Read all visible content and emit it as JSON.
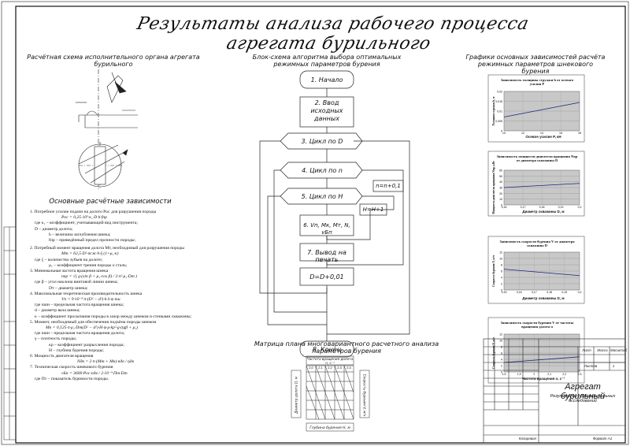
{
  "title": "Результаты анализа рабочего процесса агрегата бурильного",
  "sections": {
    "scheme": "Расчётная схема исполнительного органа агрегата бурильного",
    "flowchart": "Блок-схема алгоритма выбора оптимальных режимных параметров бурения",
    "graphs": "Графики основных зависимостей расчёта режимных параметров шнекового бурения",
    "formulas": "Основные расчётные зависимости",
    "matrix": "Матрица плана многовариантного расчетного анализа параметров бурения"
  },
  "flowchart": {
    "start": "1. Начало",
    "input": [
      "2. Ввод",
      "исходных",
      "данных"
    ],
    "loop_d": "3. Цикл по D",
    "loop_n": "4. Цикл по n",
    "loop_h": "5. Цикл по H",
    "calc": "6. Vп, Mк, Mт, N, vБп",
    "output": "7. Вывод на печать",
    "step_n": "n=n+0,1",
    "step_h": "H=H+1",
    "step_d": "D=D+0,01",
    "end": "8. Конец"
  },
  "formulas": [
    "1. Потребное усилие подачи на долото Pос для разрушения породы",
    "где κ₁ – коэффициент, учитывающий вид инструмента;",
    "D – диаметр долота;",
    "h – величина заглубления шнека;",
    "fпр – приведённый предел прочности породы;",
    "2. Потребный момент вращения долота Mт, необходимый для разрушения породы",
    "где ξ – количество зубьев на долоте;",
    "μ₁ – коэффициент трения породы о сталь;",
    "3. Минимальная частота вращения шнека",
    "где β – угол наклона винтовой линии шнека;",
    "Dт – диаметр шнека;",
    "4. Максимальная теоретическая производительность шнека",
    "где nшн – предельная частота вращения шнека;",
    "d – диаметр вала шнека;",
    "κ – коэффициент просыпания породы в зазор между шнеком и стенками скважины;",
    "5. Момент, необходимый для обеспечения подъёма породы шнеком",
    "где nшн – предельная частота вращения долота;",
    "γ – плотность породы;",
    "κp – коэффициент разрыхления породы;",
    "H – глубина бурения породы;",
    "6. Мощность двигателя вращения",
    "7. Техническая скорость шнекового бурения",
    "где Пт – показатель буримости породы."
  ],
  "equations": {
    "e1": "Pос = 0,25·10³·κ₁·D·h·fпр",
    "e2": "Mт = 62,5·D²·σсж·h·ξ·(1+μ₁·κ)",
    "e3": "nкр = √( g·(sin β + μ₁·cos β) / 2·π²·μ₁·Dт )",
    "e4": "Vп = 9·10⁻³·π·(D² − d²)·k·S·ψ·nш",
    "e5": "Mк = 0,125·π·μ₁·Dт(D² − d²)·H·ψ·ρ·kр²·g·(tgβ + μ₁)",
    "e6": "Nдв = 2·π·(Mт + Mк)·nдв / ηдв",
    "e7": "vБп = 3600·Pос·nдв / 2·10⁻³·Пт·Dт"
  },
  "graphs": [
    {
      "title": "Зависимость толщины стружки h от осевого усилия P",
      "xlabel": "Осевое усилие P, кН",
      "ylabel": "Толщина стружки h, м",
      "xticks": [
        "10",
        "12",
        "14",
        "16",
        "18"
      ],
      "yticks": [
        "0,02",
        "0,015",
        "0,01",
        "0,005",
        "0"
      ],
      "line": [
        [
          0,
          0.35
        ],
        [
          1,
          0.72
        ]
      ]
    },
    {
      "title": "Зависимость мощности двигателя вращения Nвр от диаметра скважины D",
      "xlabel": "Диаметр скважины D, м",
      "ylabel": "Мощность двигателя вращения Nвр, кВт",
      "xticks": [
        "0,16",
        "0,17",
        "0,18",
        "0,19",
        "0,2"
      ],
      "yticks": [
        "60",
        "50",
        "40",
        "30",
        "20",
        "10",
        "0"
      ],
      "line": [
        [
          0,
          0.5
        ],
        [
          1,
          0.62
        ]
      ]
    },
    {
      "title": "Зависимость скорости бурения V от диаметра скважины D",
      "xlabel": "Диаметр скважины D, м",
      "ylabel": "Скорость бурения V, м/ч",
      "xticks": [
        "0,15",
        "0,16",
        "0,17",
        "0,18",
        "0,19",
        "0,2"
      ],
      "yticks": [
        "12",
        "10",
        "8",
        "6",
        "4",
        "2",
        "0"
      ],
      "line": [
        [
          0,
          0.55
        ],
        [
          1,
          0.38
        ]
      ]
    },
    {
      "title": "Зависимость скорости бурения V от частоты вращения долота n",
      "xlabel": "Частота вращения n, с⁻¹",
      "ylabel": "Скорость бурения V, м/ч",
      "xticks": [
        "1,5",
        "1,9",
        "2",
        "2,1",
        "2,2",
        "2,3"
      ],
      "yticks": [
        "12",
        "10",
        "8",
        "6",
        "4",
        "2",
        "0"
      ],
      "line": [
        [
          0,
          0.25
        ],
        [
          1,
          0.4
        ]
      ]
    }
  ],
  "matrix": {
    "top": "Частота вращения долота n, с⁻¹",
    "top_values": [
      "2,0",
      "2,1",
      "2,2",
      "2,3",
      "2,4"
    ],
    "left": "Диаметр долота D, м",
    "right": "Скорость бурения V, м/ч",
    "bottom": "Глубина бурения H, м"
  },
  "stamp": {
    "title": "Агрегат бурильный",
    "subtitle": "Результаты предварительных исследований",
    "sheet": "Лист",
    "mass": "Масса",
    "scale": "Масштаб",
    "sheets": "Листов",
    "copied": "Копировал",
    "format": "Формат A1",
    "sheet_num": "1"
  }
}
